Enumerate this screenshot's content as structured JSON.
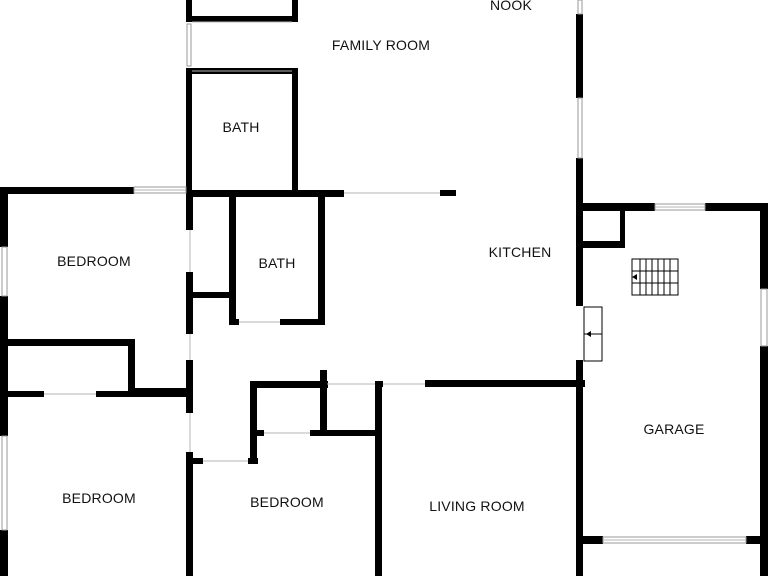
{
  "rooms": {
    "nook": "NOOK",
    "family_room": "FAMILY ROOM",
    "bath_1": "BATH",
    "bath_2": "BATH",
    "bedroom_1": "BEDROOM",
    "kitchen": "KITCHEN",
    "garage": "GARAGE",
    "bedroom_2": "BEDROOM",
    "bedroom_3": "BEDROOM",
    "living_room": "LIVING ROOM"
  },
  "colors": {
    "wall": "#000000",
    "background": "#ffffff",
    "window": "#9a9a9a"
  },
  "icons": {
    "stairs": "stairs-icon",
    "door_arrow": "arrow-left-icon"
  }
}
